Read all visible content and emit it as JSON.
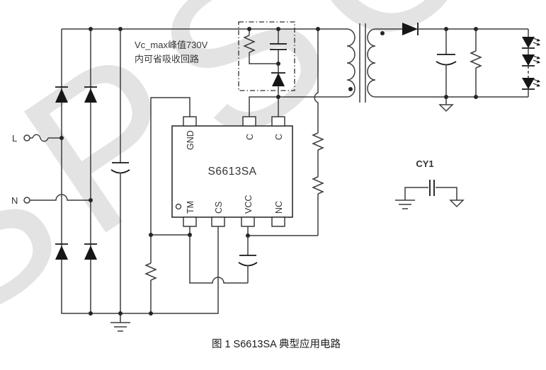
{
  "figure": {
    "watermark": "SPSCO",
    "caption": "图 1 S6613SA 典型应用电路"
  },
  "annotation": {
    "line1": "Vc_max峰值730V",
    "line2": "内可省吸收回路"
  },
  "input": {
    "live_label": "L",
    "neutral_label": "N"
  },
  "ic": {
    "name": "S6613SA",
    "pins": {
      "top": [
        "GND",
        "C",
        "C"
      ],
      "bottom": [
        "TM",
        "CS",
        "VCC",
        "NC"
      ]
    }
  },
  "output": {
    "y_cap_label": "CY1"
  },
  "colors": {
    "wire": "#3d3d3d",
    "text": "#333333",
    "watermark": "#e3e3e3",
    "background": "#ffffff"
  }
}
